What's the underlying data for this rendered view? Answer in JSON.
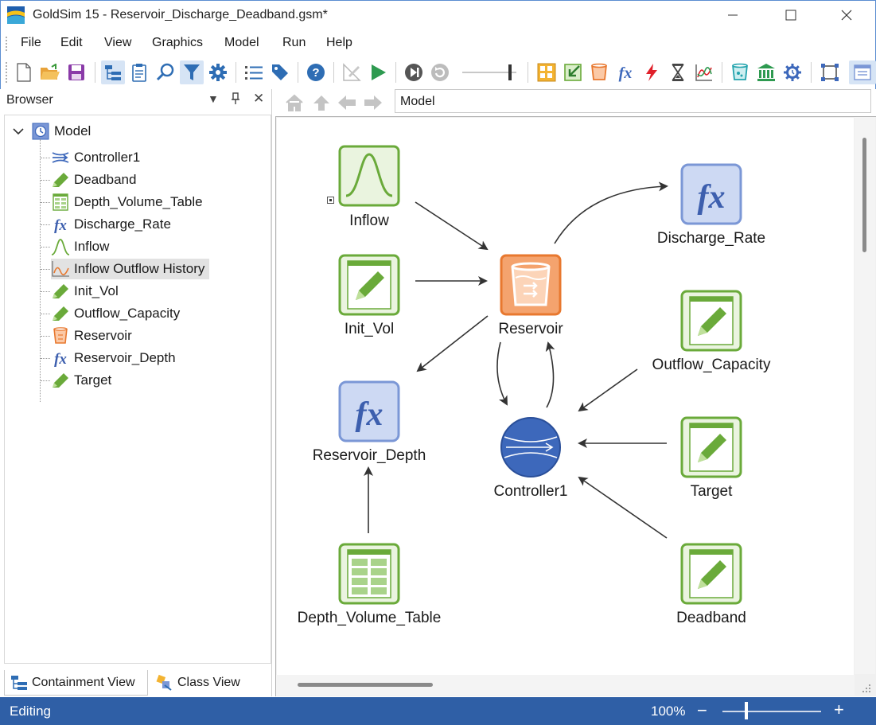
{
  "window": {
    "app_name": "GoldSim 15",
    "document": " - Reservoir_Discharge_Deadband.gsm*",
    "minimize_icon": "minimize-icon",
    "maximize_icon": "maximize-icon",
    "close_icon": "close-icon"
  },
  "menu": {
    "items": [
      "File",
      "Edit",
      "View",
      "Graphics",
      "Model",
      "Run",
      "Help"
    ]
  },
  "toolbar": {
    "buttons": [
      "new-file",
      "open-folder",
      "save",
      "containment-browser",
      "notes",
      "find",
      "filter",
      "options",
      "list",
      "tag",
      "help",
      "edit-mode",
      "run",
      "step-forward",
      "reset",
      "time-slider",
      "container",
      "import",
      "reservoir",
      "expression",
      "event",
      "timer",
      "time-history-result",
      "pool",
      "institution",
      "controller-settings",
      "select-frame",
      "panel-view"
    ],
    "accent": "#2e6db4"
  },
  "browser": {
    "title": "Browser",
    "root_label": "Model",
    "items": [
      {
        "label": "Controller1",
        "icon": "controller-icon"
      },
      {
        "label": "Deadband",
        "icon": "data-pencil-icon"
      },
      {
        "label": "Depth_Volume_Table",
        "icon": "table-icon"
      },
      {
        "label": "Discharge_Rate",
        "icon": "expression-icon"
      },
      {
        "label": "Inflow",
        "icon": "stochastic-icon"
      },
      {
        "label": "Inflow Outflow History",
        "icon": "time-history-icon"
      },
      {
        "label": "Init_Vol",
        "icon": "data-pencil-icon"
      },
      {
        "label": "Outflow_Capacity",
        "icon": "data-pencil-icon"
      },
      {
        "label": "Reservoir",
        "icon": "reservoir-icon"
      },
      {
        "label": "Reservoir_Depth",
        "icon": "expression-icon"
      },
      {
        "label": "Target",
        "icon": "data-pencil-icon"
      }
    ],
    "selected": "Inflow Outflow History",
    "tabs": [
      "Containment View",
      "Class View"
    ]
  },
  "nav": {
    "path": "Model"
  },
  "graph": {
    "nodes": {
      "inflow": "Inflow",
      "init_vol": "Init_Vol",
      "reservoir": "Reservoir",
      "discharge_rate": "Discharge_Rate",
      "outflow_capacity": "Outflow_Capacity",
      "reservoir_depth": "Reservoir_Depth",
      "controller1": "Controller1",
      "target": "Target",
      "depth_volume_table": "Depth_Volume_Table",
      "deadband": "Deadband"
    },
    "colors": {
      "data_green": "#6aaa3a",
      "data_fill": "#eaf4df",
      "expression_blue": "#7b97d6",
      "expression_fill": "#cdd9f3",
      "reservoir_orange": "#f08a4b",
      "reservoir_fill": "#fbc9a6",
      "controller_blue": "#3d68bb",
      "arrow": "#333333"
    }
  },
  "status": {
    "mode": "Editing",
    "zoom": "100%"
  }
}
